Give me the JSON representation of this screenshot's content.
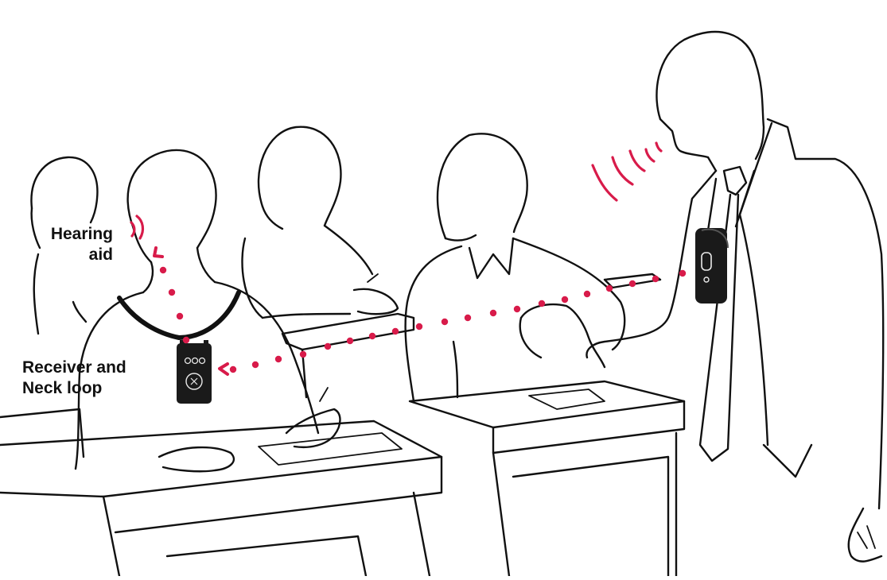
{
  "labels": {
    "hearing_aid_line1": "Hearing",
    "hearing_aid_line2": "aid",
    "receiver_line1": "Receiver and",
    "receiver_line2": "Neck loop"
  },
  "colors": {
    "signal": "#d81b4a",
    "outline": "#111111",
    "background": "#ffffff",
    "device": "#1a1a1a"
  },
  "icons": {
    "transmitter": "transmitter-device-icon",
    "receiver": "receiver-device-icon",
    "signal": "signal-dots"
  }
}
